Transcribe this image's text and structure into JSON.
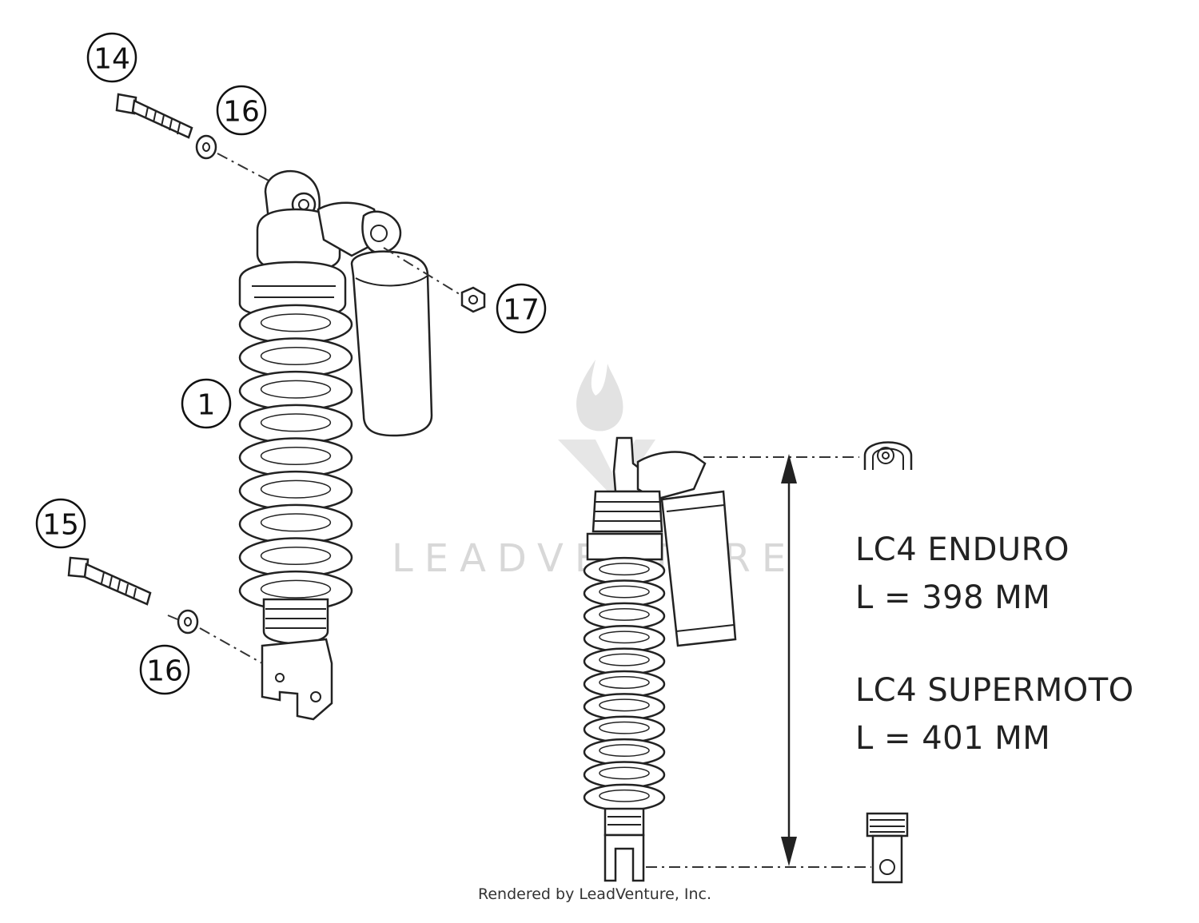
{
  "callouts": {
    "bolt_top": "14",
    "washer_top": "16",
    "nut": "17",
    "shock_absorber": "1",
    "bolt_bottom": "15",
    "washer_bottom": "16"
  },
  "specs": {
    "enduro_model": "LC4 ENDURO",
    "enduro_length": "L = 398 MM",
    "supermoto_model": "LC4 SUPERMOTO",
    "supermoto_length": "L = 401 MM"
  },
  "watermark": {
    "text": "LEADVENTURE"
  },
  "credit": "Rendered by LeadVenture, Inc.",
  "colors": {
    "line": "#222222",
    "watermark": "#d8d8d8",
    "background": "#ffffff"
  }
}
